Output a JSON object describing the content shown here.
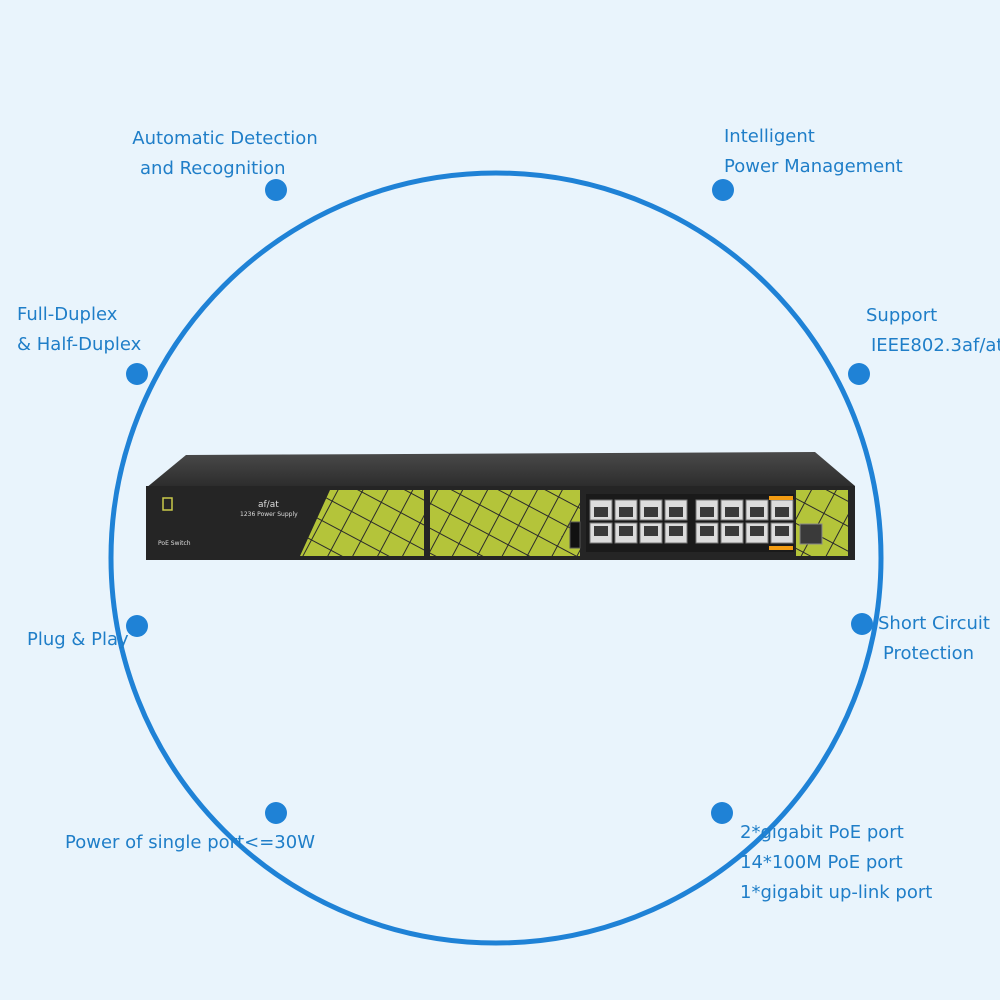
{
  "colors": {
    "background": "#e9f4fc",
    "ring": "#1f82d6",
    "dot": "#1f82d6",
    "text": "#1f7ec8",
    "panel_green": "#b4c43a",
    "chassis": "#2a2a2a",
    "uplink_orange": "#f39c12"
  },
  "features": {
    "detection": {
      "line1": "Automatic Detection",
      "line2": "and Recognition"
    },
    "power_mgmt": {
      "line1": "Intelligent",
      "line2": "Power Management"
    },
    "duplex": {
      "line1": "Full-Duplex",
      "line2": "& Half-Duplex"
    },
    "ieee": {
      "line1": "Support",
      "line2": "IEEE802.3af/at"
    },
    "plug": {
      "line1": "Plug & Play"
    },
    "short_circuit": {
      "line1": "Short Circuit",
      "line2": "Protection"
    },
    "single_port": {
      "line1": "Power of single port<=30W"
    },
    "ports": {
      "line1": "2*gigabit PoE port",
      "line2": "14*100M PoE port",
      "line3": "1*gigabit up-link port"
    }
  },
  "device": {
    "model_line1": "af/at",
    "model_line2": "1236 Power Supply",
    "name": "PoE Switch",
    "port_icons": "rj45-port-icon"
  }
}
